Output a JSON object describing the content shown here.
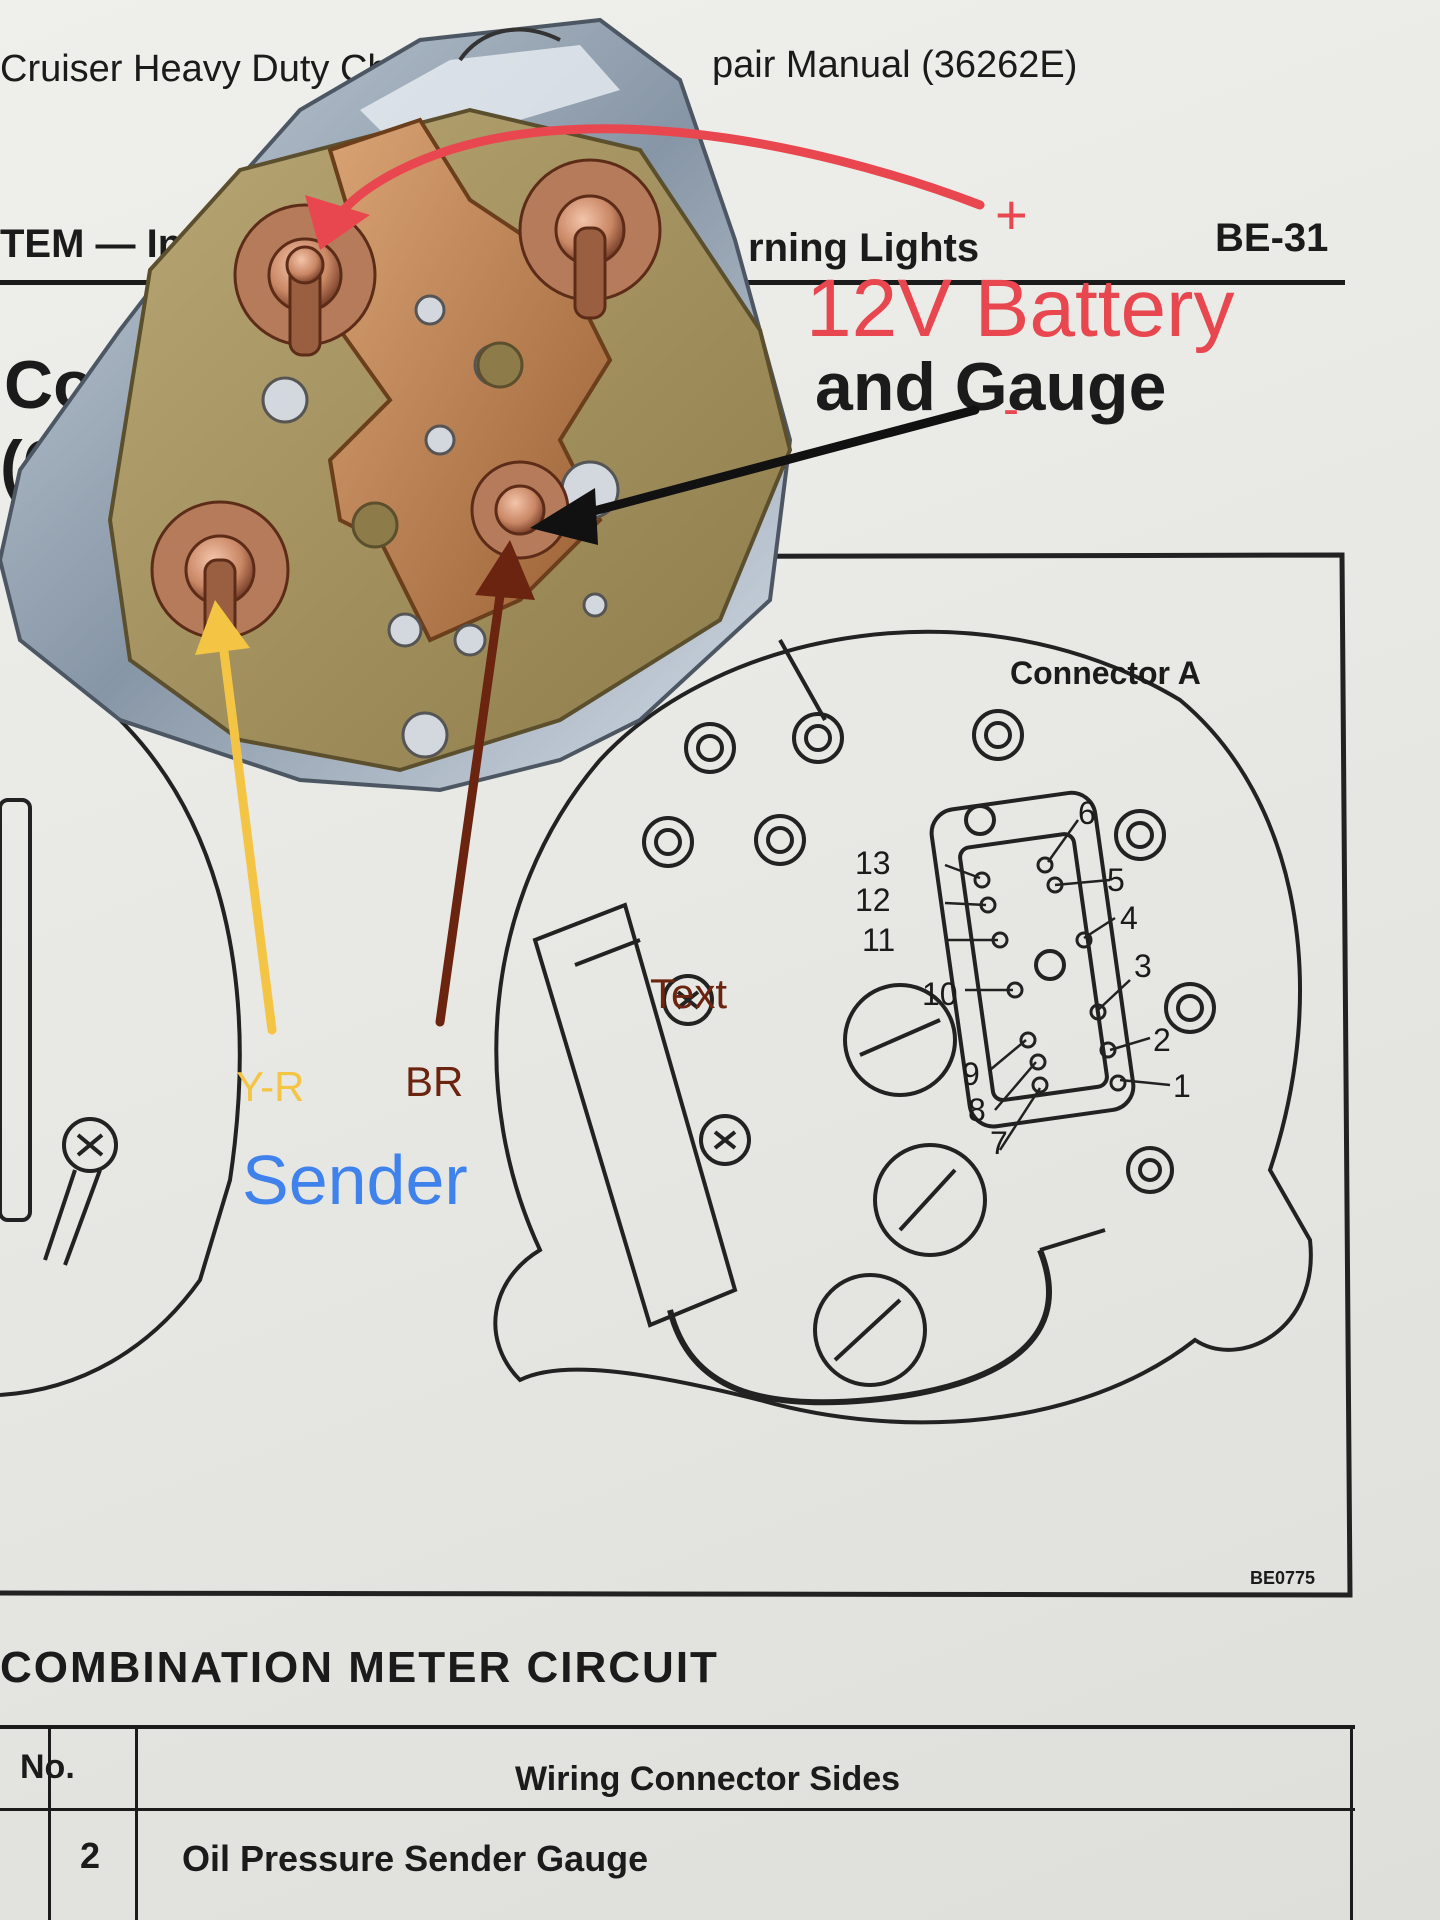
{
  "manual": {
    "header": "Cruiser Heavy Duty Cha",
    "header_right": "pair Manual (36262E)",
    "section_left": "TEM  —  Ins",
    "section_mid": "rning Lights",
    "page_no": "BE-31",
    "title_line1_left": "Co",
    "title_line1_right": "and Gauge",
    "title_line2_left": "(6",
    "figure_code": "BE0775",
    "connector_label": "Connector A",
    "pins": [
      "1",
      "2",
      "3",
      "4",
      "5",
      "6",
      "7",
      "8",
      "9",
      "10",
      "11",
      "12",
      "13"
    ],
    "circuit_heading": "COMBINATION METER CIRCUIT",
    "table": {
      "col_no": "No.",
      "col_desc": "Wiring Connector Sides",
      "rows": [
        {
          "no": "2",
          "desc": "Oil Pressure Sender Gauge"
        }
      ]
    }
  },
  "annotations": {
    "plus": "+",
    "battery": "12V Battery",
    "minus": "-",
    "yr": "Y-R",
    "br": "BR",
    "sender": "Sender",
    "text": "Text",
    "colors": {
      "red": "#e8474f",
      "black": "#111111",
      "yellow": "#f4c545",
      "brown": "#6b2410",
      "blue": "#3f82ec"
    }
  }
}
